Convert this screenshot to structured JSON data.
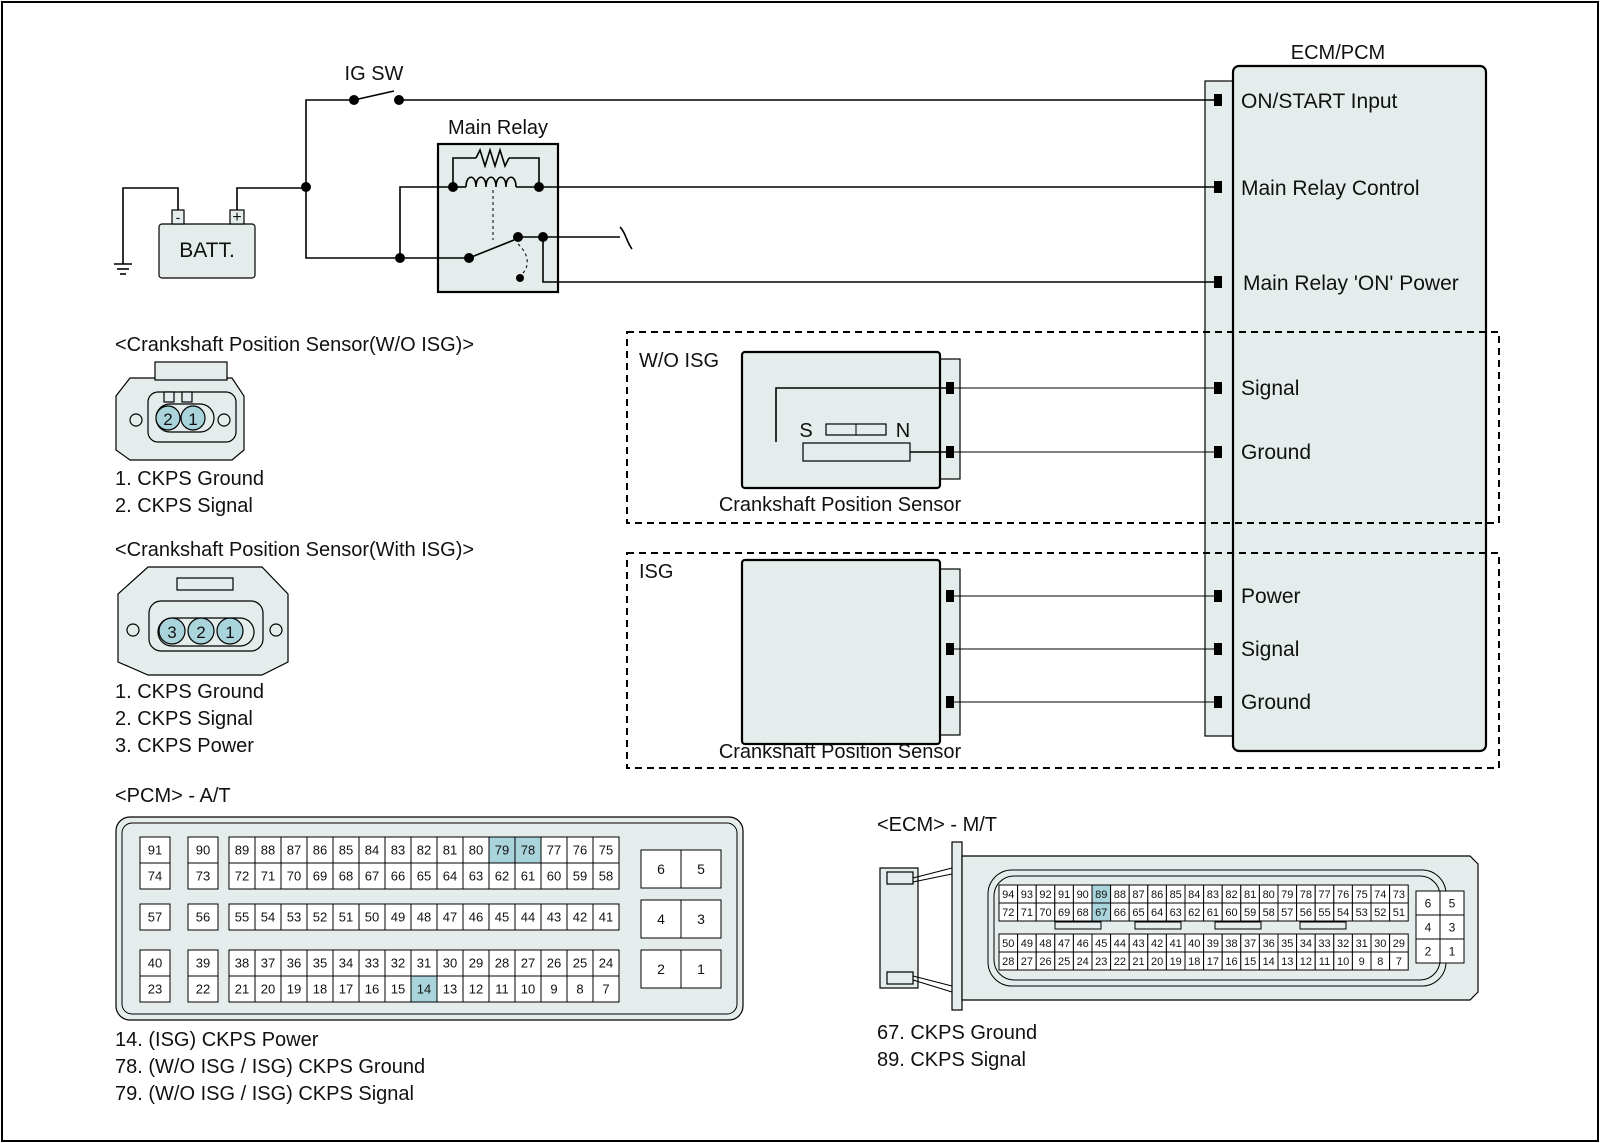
{
  "ecm": {
    "title": "ECM/PCM",
    "pins": [
      "ON/START Input",
      "Main Relay Control",
      "Main Relay 'ON' Power",
      "Signal",
      "Ground",
      "Power",
      "Signal",
      "Ground"
    ]
  },
  "power": {
    "ig_sw": "IG SW",
    "main_relay": "Main Relay",
    "battery": "BATT.",
    "minus": "-",
    "plus": "+"
  },
  "wo_isg": {
    "label": "W/O ISG",
    "sensor_name": "Crankshaft Position Sensor",
    "pole_s": "S",
    "pole_n": "N"
  },
  "isg": {
    "label": "ISG",
    "sensor_name": "Crankshaft Position Sensor"
  },
  "connector_wo_isg": {
    "title": "<Crankshaft Position Sensor(W/O ISG)>",
    "pins": [
      "2",
      "1"
    ],
    "legend": [
      "1. CKPS Ground",
      "2. CKPS Signal"
    ]
  },
  "connector_isg": {
    "title": "<Crankshaft Position Sensor(With ISG)>",
    "pins": [
      "3",
      "2",
      "1"
    ],
    "legend": [
      "1. CKPS Ground",
      "2. CKPS Signal",
      "3. CKPS Power"
    ]
  },
  "pcm": {
    "title": "<PCM> - A/T",
    "highlight": [
      "79",
      "78",
      "14"
    ],
    "legend": [
      "14. (ISG) CKPS Power",
      "78. (W/O ISG / ISG) CKPS Ground",
      "79. (W/O ISG / ISG) CKPS Signal"
    ],
    "left_cells": [
      [
        "91",
        "90"
      ],
      [
        "74",
        "73"
      ],
      [
        "57",
        "56"
      ],
      [
        "40",
        "39"
      ],
      [
        "23",
        "22"
      ]
    ],
    "row1": [
      "89",
      "88",
      "87",
      "86",
      "85",
      "84",
      "83",
      "82",
      "81",
      "80",
      "79",
      "78",
      "77",
      "76",
      "75"
    ],
    "row2": [
      "72",
      "71",
      "70",
      "69",
      "68",
      "67",
      "66",
      "65",
      "64",
      "63",
      "62",
      "61",
      "60",
      "59",
      "58"
    ],
    "row3": [
      "55",
      "54",
      "53",
      "52",
      "51",
      "50",
      "49",
      "48",
      "47",
      "46",
      "45",
      "44",
      "43",
      "42",
      "41"
    ],
    "row4": [
      "38",
      "37",
      "36",
      "35",
      "34",
      "33",
      "32",
      "31",
      "30",
      "29",
      "28",
      "27",
      "26",
      "25",
      "24"
    ],
    "row5": [
      "21",
      "20",
      "19",
      "18",
      "17",
      "16",
      "15",
      "14",
      "13",
      "12",
      "11",
      "10",
      "9",
      "8",
      "7"
    ],
    "right_cells": [
      [
        "6",
        "5"
      ],
      [
        "4",
        "3"
      ],
      [
        "2",
        "1"
      ]
    ]
  },
  "ecm_conn": {
    "title": "<ECM> - M/T",
    "highlight": [
      "89",
      "67"
    ],
    "legend": [
      "67. CKPS Ground",
      "89. CKPS Signal"
    ],
    "row1": [
      "94",
      "93",
      "92",
      "91",
      "90",
      "89",
      "88",
      "87",
      "86",
      "85",
      "84",
      "83",
      "82",
      "81",
      "80",
      "79",
      "78",
      "77",
      "76",
      "75",
      "74",
      "73"
    ],
    "row2": [
      "72",
      "71",
      "70",
      "69",
      "68",
      "67",
      "66",
      "65",
      "64",
      "63",
      "62",
      "61",
      "60",
      "59",
      "58",
      "57",
      "56",
      "55",
      "54",
      "53",
      "52",
      "51"
    ],
    "row3": [
      "50",
      "49",
      "48",
      "47",
      "46",
      "45",
      "44",
      "43",
      "42",
      "41",
      "40",
      "39",
      "38",
      "37",
      "36",
      "35",
      "34",
      "33",
      "32",
      "31",
      "30",
      "29"
    ],
    "row4": [
      "28",
      "27",
      "26",
      "25",
      "24",
      "23",
      "22",
      "21",
      "20",
      "19",
      "18",
      "17",
      "16",
      "15",
      "14",
      "13",
      "12",
      "11",
      "10",
      "9",
      "8",
      "7"
    ],
    "right_cells": [
      [
        "6",
        "5"
      ],
      [
        "4",
        "3"
      ],
      [
        "2",
        "1"
      ]
    ]
  }
}
